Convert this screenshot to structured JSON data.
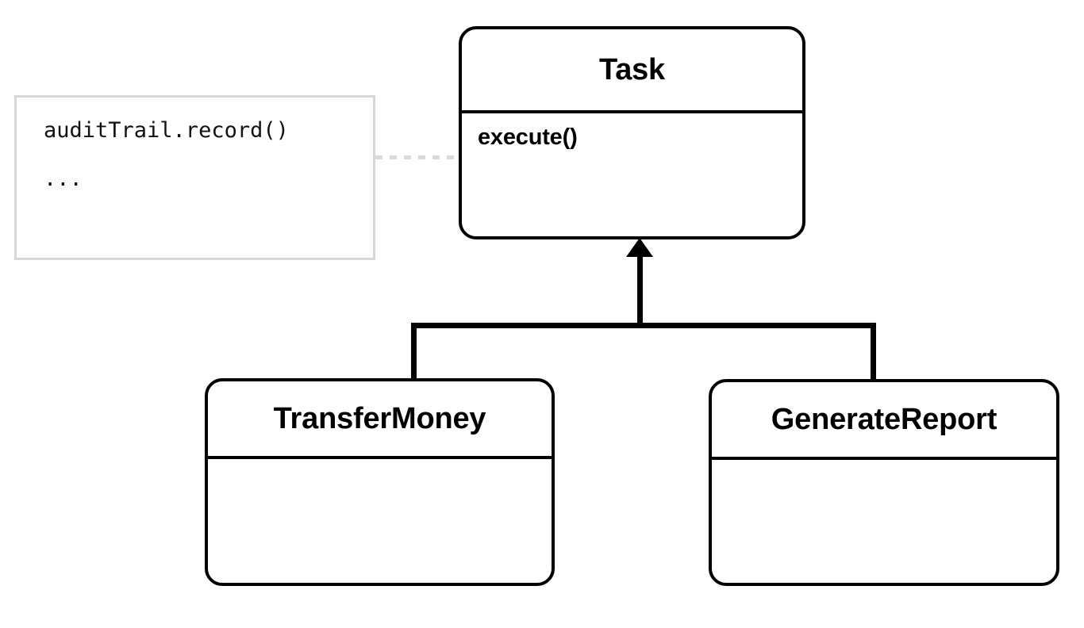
{
  "diagram": {
    "type": "uml-class-diagram",
    "title": "",
    "classes": [
      {
        "id": "task",
        "name": "Task",
        "role": "parent",
        "members": [
          "execute()"
        ]
      },
      {
        "id": "transfermoney",
        "name": "TransferMoney",
        "role": "child",
        "members": []
      },
      {
        "id": "generatereport",
        "name": "GenerateReport",
        "role": "child",
        "members": []
      }
    ],
    "note": {
      "lines": [
        "auditTrail.record()",
        "..."
      ],
      "attached_to": "Task"
    },
    "relationships": [
      {
        "type": "generalization",
        "from": "TransferMoney",
        "to": "Task"
      },
      {
        "type": "generalization",
        "from": "GenerateReport",
        "to": "Task"
      },
      {
        "type": "note-link",
        "from": "note",
        "to": "Task"
      }
    ],
    "colors": {
      "background": "#ffffff",
      "class_border": "#000000",
      "class_fill": "#ffffff",
      "text": "#000000",
      "note_border": "#d6d6d6",
      "note_link": "#d9d9d9"
    }
  }
}
